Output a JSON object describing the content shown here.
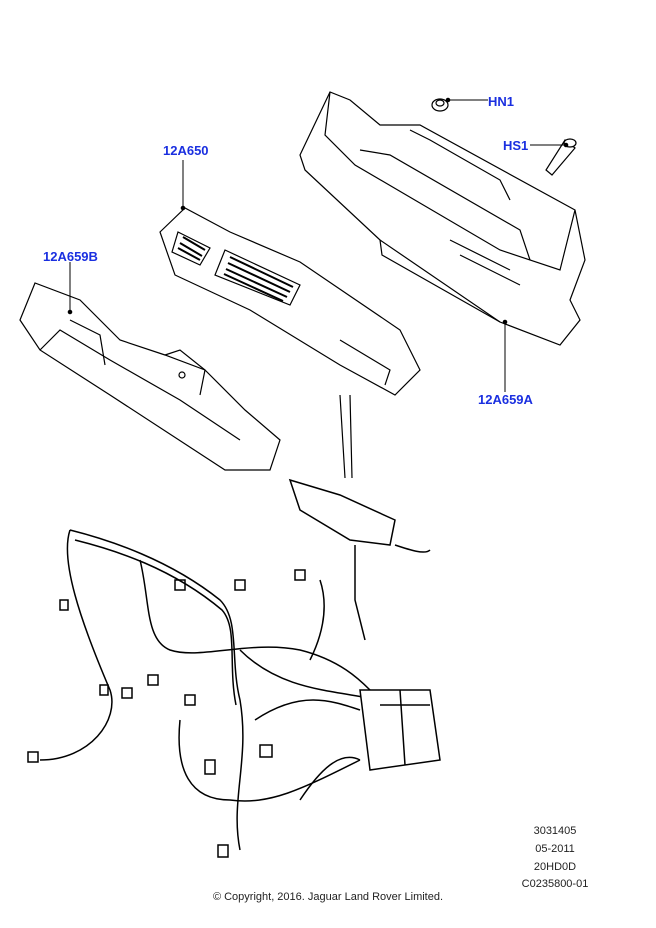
{
  "callouts": {
    "hn1": "HN1",
    "hs1": "HS1",
    "p12a650": "12A650",
    "p12a659b": "12A659B",
    "p12a659a": "12A659A"
  },
  "meta": {
    "line1": "3031405",
    "line2": "05-2011",
    "line3": "20HD0D",
    "line4": "C0235800-01"
  },
  "copyright": "© Copyright, 2016. Jaguar Land Rover Limited.",
  "colors": {
    "callout": "#1a2fe0",
    "line": "#000000"
  }
}
